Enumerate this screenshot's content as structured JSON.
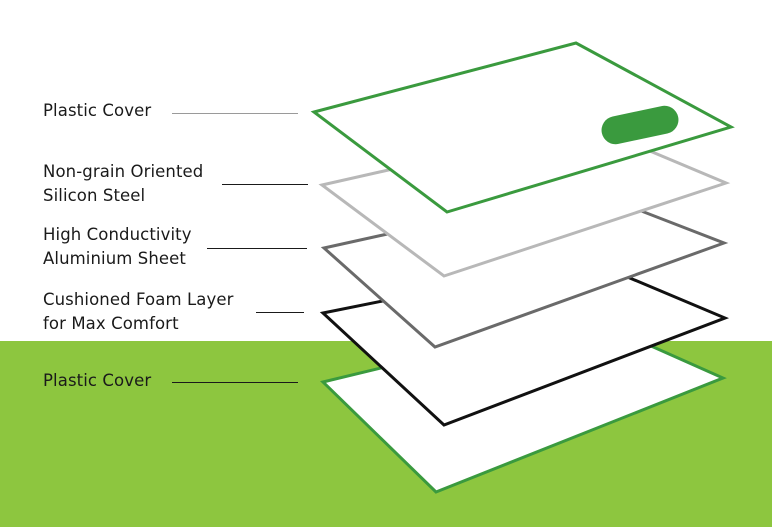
{
  "labels": {
    "top_cover": "Plastic Cover",
    "steel": "Non-grain Oriented\nSilicon Steel",
    "aluminium": "High Conductivity\nAluminium Sheet",
    "foam": "Cushioned Foam Layer\nfor  Max Comfort",
    "bottom_cover": "Plastic Cover"
  },
  "colors": {
    "background_band": "#8dc63f",
    "cover_stroke": "#3a9a3e",
    "steel_stroke": "#b8b8b8",
    "aluminium_stroke": "#6a6a6a",
    "foam_stroke": "#111111",
    "handle": "#3a9a3e"
  }
}
